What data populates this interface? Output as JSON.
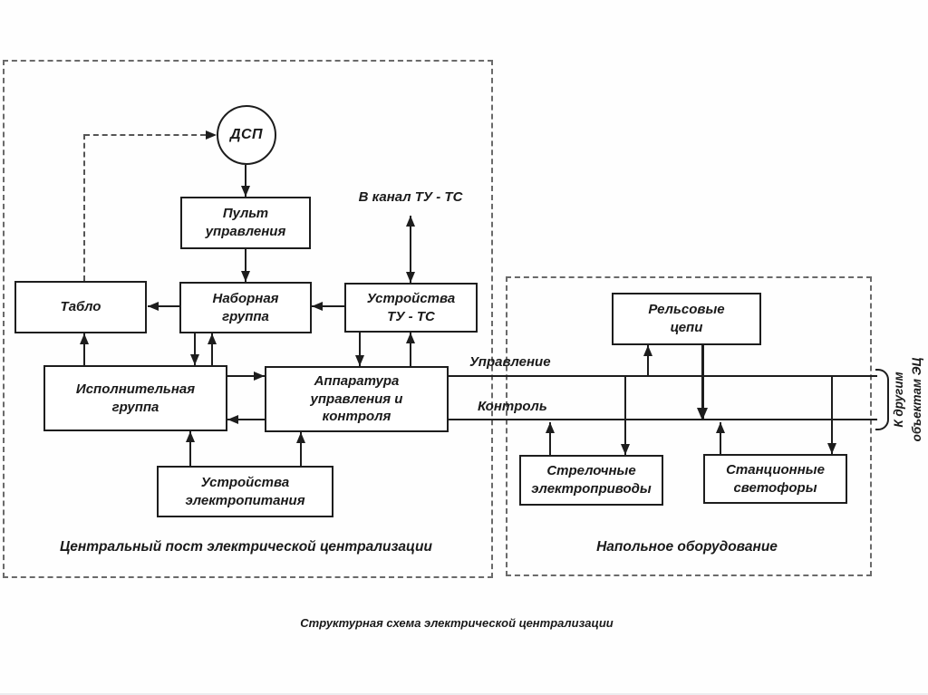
{
  "colors": {
    "line": "#1d1d1d",
    "dashed_border": "#6a6a6a",
    "background": "#ffffff",
    "text": "#1a1a1a"
  },
  "caption": "Структурная схема электрической централизации",
  "sections": {
    "central_post": {
      "caption": "Центральный пост электрической централизации"
    },
    "field_equipment": {
      "caption": "Напольное оборудование"
    }
  },
  "nodes": {
    "dsp": "ДСП",
    "control_panel": "Пульт\nуправления",
    "tablo": "Табло",
    "set_group": "Наборная\nгруппа",
    "tu_ts_devices": "Устройства\nТУ - ТС",
    "executive_group": "Исполнительная\nгруппа",
    "control_apparatus": "Аппаратура\nуправления и\nконтроля",
    "power_supply": "Устройства\nэлектропитания",
    "rail_circuits": "Рельсовые\nцепи",
    "switch_drives": "Стрелочные\nэлектроприводы",
    "station_signals": "Станционные\nсветофоры"
  },
  "labels": {
    "to_tu_ts_channel": "В канал ТУ - ТС",
    "control_line": "Управление",
    "monitoring_line": "Контроль",
    "to_other_objects": "К другим\nобъектам ЭЦ"
  }
}
